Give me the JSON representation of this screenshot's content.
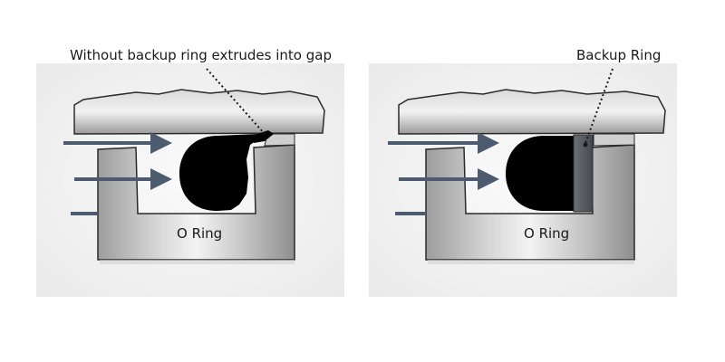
{
  "annotations": {
    "left_callout": "Without backup ring extrudes into gap",
    "right_callout": "Backup Ring",
    "left_part_label": "O Ring",
    "right_part_label": "O Ring"
  },
  "icons": {
    "flow_arrow": "pressure-arrow-icon"
  },
  "colors": {
    "panel_background": "#f2f2f2",
    "metal_light": "#f4f4f4",
    "metal_mid": "#c9c9c9",
    "metal_dark": "#8a8a8a",
    "outline": "#2b2b2b",
    "oring": "#000000",
    "backup_ring": "#5b5f66",
    "arrow": "#4d5b6e"
  }
}
